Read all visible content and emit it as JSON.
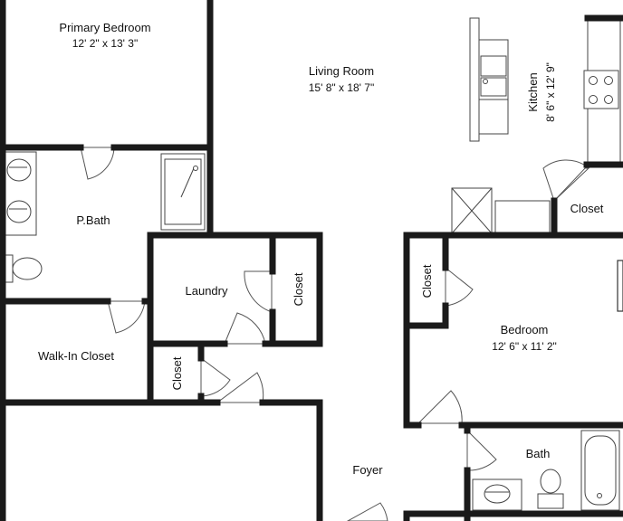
{
  "rooms": {
    "primary_bedroom": {
      "name": "Primary Bedroom",
      "dims": "12' 2\" x 13' 3\""
    },
    "living_room": {
      "name": "Living Room",
      "dims": "15' 8\" x 18' 7\""
    },
    "kitchen": {
      "name": "Kitchen",
      "dims": "8' 6\" x 12' 9\""
    },
    "pbath": {
      "name": "P.Bath"
    },
    "closet_kitchen": {
      "name": "Closet"
    },
    "laundry": {
      "name": "Laundry"
    },
    "closet_laundry": {
      "name": "Closet"
    },
    "closet_bedroom": {
      "name": "Closet"
    },
    "bedroom": {
      "name": "Bedroom",
      "dims": "12' 6\" x 11' 2\""
    },
    "walk_in_closet": {
      "name": "Walk-In Closet"
    },
    "closet_hall": {
      "name": "Closet"
    },
    "foyer": {
      "name": "Foyer"
    },
    "bath": {
      "name": "Bath"
    }
  }
}
